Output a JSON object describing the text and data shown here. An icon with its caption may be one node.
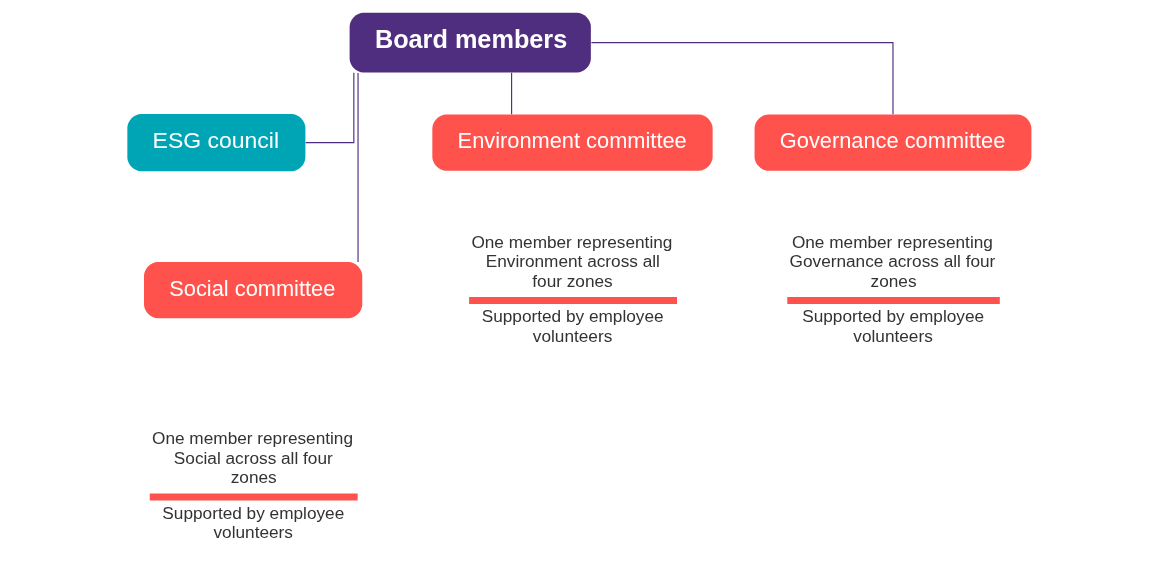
{
  "diagram": {
    "nodes": [
      {
        "text": [
          "Board members"
        ]
      },
      {
        "text": [
          "ESG council"
        ]
      },
      {
        "text": [
          "Environment committee"
        ],
        "beside": [
          "One member representing Environment across all four zones",
          "Supported by employee volunteers"
        ]
      },
      {
        "text": [
          "Social committee"
        ],
        "beside": [
          "One member representing Social across all four zones",
          "Supported by employee volunteers"
        ]
      },
      {
        "text": [
          "Governance committee"
        ],
        "beside": [
          "One member representing Governance across all four zones",
          "Supported by employee volunteers"
        ]
      }
    ],
    "edges": [
      {
        "from": 0,
        "to": 1,
        "arrow": "none"
      },
      {
        "from": 0,
        "to": 2,
        "arrow": "none"
      },
      {
        "from": 0,
        "to": 3,
        "arrow": "none"
      },
      {
        "from": 0,
        "to": 4,
        "arrow": "none"
      }
    ]
  }
}
